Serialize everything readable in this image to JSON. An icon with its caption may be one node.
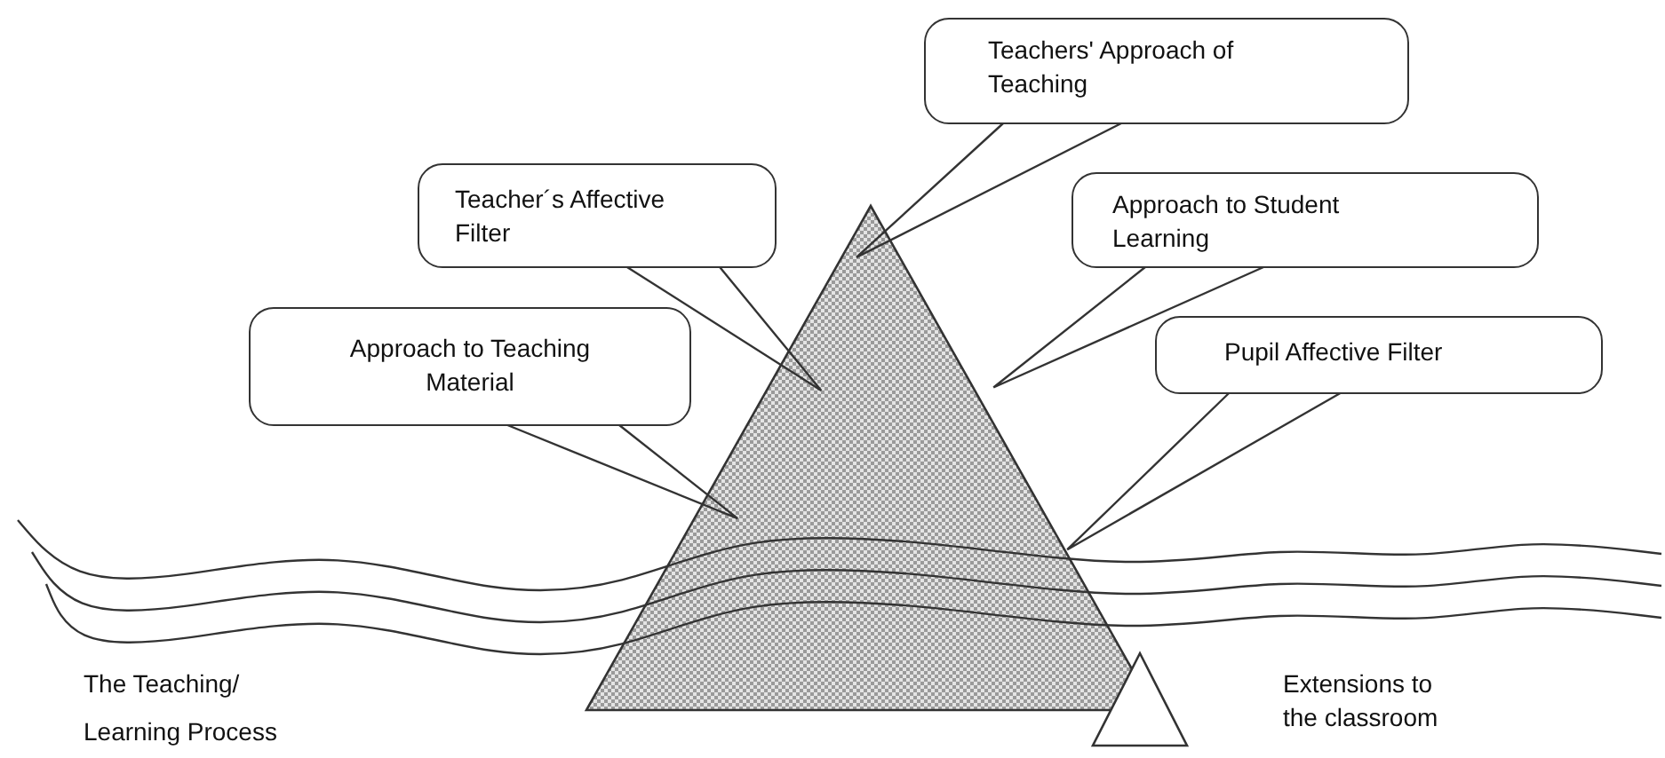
{
  "diagram": {
    "nodes": [
      {
        "text": [
          "Teachers' Approach of Teaching"
        ]
      },
      {
        "text": [
          "Teacher´s Affective Filter"
        ]
      },
      {
        "text": [
          "Approach to Student Learning"
        ]
      },
      {
        "text": [
          "Pupil Affective Filter"
        ]
      },
      {
        "text": [
          "Approach to Teaching Material"
        ]
      },
      {
        "text": [],
        "shape": "triangle"
      },
      {
        "text": [],
        "shape": "band"
      },
      {
        "text": [],
        "shape": "triangle"
      }
    ],
    "edges": [
      {
        "from": 0,
        "to": 5,
        "arrow": "none"
      },
      {
        "from": 1,
        "to": 5,
        "arrow": "none"
      },
      {
        "from": 2,
        "to": 5,
        "arrow": "none"
      },
      {
        "from": 3,
        "to": 6,
        "arrow": "none"
      },
      {
        "from": 4,
        "to": 5,
        "arrow": "none"
      }
    ],
    "labels": [
      "The Teaching/ Learning Process",
      "Extensions to the classroom"
    ]
  }
}
